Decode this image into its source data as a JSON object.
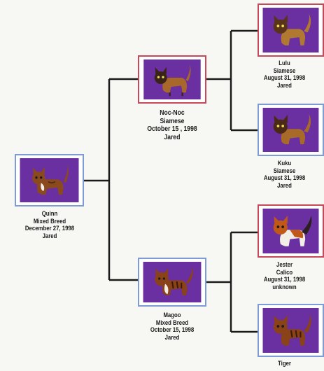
{
  "cats": {
    "quinn": {
      "name": "Quinn",
      "breed": "Mixed Breed",
      "born": "December 27, 1998",
      "owner": "Jared"
    },
    "nocnoc": {
      "name": "Noc-Noc",
      "breed": "Siamese",
      "born": "October 15 , 1998",
      "owner": "Jared"
    },
    "magoo": {
      "name": "Magoo",
      "breed": "Mixed Breed",
      "born": "October 15, 1998",
      "owner": "Jared"
    },
    "lulu": {
      "name": "Lulu",
      "breed": "Siamese",
      "born": "August 31, 1998",
      "owner": "Jared"
    },
    "kuku": {
      "name": "Kuku",
      "breed": "Siamese",
      "born": "August 31, 1998",
      "owner": "Jared"
    },
    "jester": {
      "name": "Jester",
      "breed": "Calico",
      "born": "August 31, 1998",
      "owner": "unknown"
    },
    "tiger": {
      "name": "Tiger"
    }
  },
  "colors": {
    "female_frame": "#c8485a",
    "male_frame": "#7e9bd6",
    "photo_background": "#6a2fa0",
    "connector": "#1a1a1a"
  }
}
